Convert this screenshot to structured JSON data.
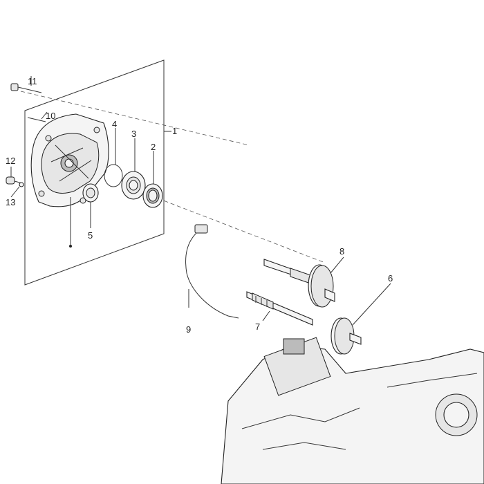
{
  "callouts": {
    "c1": "1",
    "c2": "2",
    "c3": "3",
    "c4": "4",
    "c5": "5",
    "c6": "6",
    "c7": "7",
    "c8": "8",
    "c9": "9",
    "c10": "10",
    "c11": "11",
    "c12": "12",
    "c13": "13"
  },
  "colors": {
    "line": "#333333",
    "background": "#ffffff"
  }
}
